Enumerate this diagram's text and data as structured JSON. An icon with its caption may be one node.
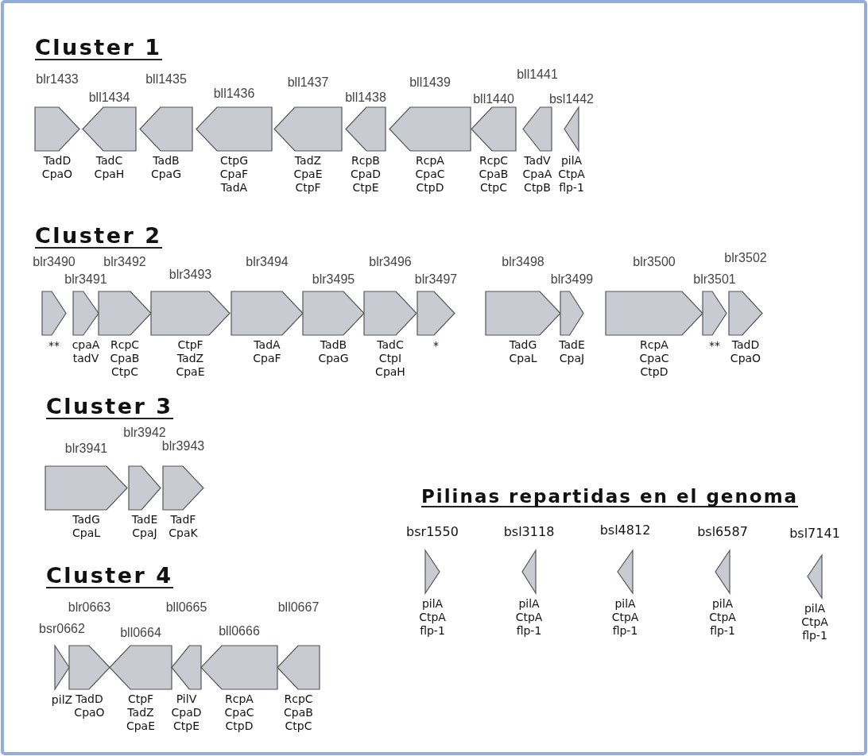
{
  "diagram": {
    "nodes": [
      {
        "text": [
          "blr1433",
          "TadD CpaO"
        ]
      },
      {
        "text": [
          "bll1434",
          "TadC CpaH"
        ]
      },
      {
        "text": [
          "bll1435",
          "TadB CpaG"
        ]
      },
      {
        "text": [
          "bll1436",
          "CtpG CpaF TadA"
        ]
      },
      {
        "text": [
          "bll1437",
          "TadZ CpaE CtpF"
        ]
      },
      {
        "text": [
          "bll1438",
          "RcpB CpaD CtpE"
        ]
      },
      {
        "text": [
          "bll1439",
          "RcpA CpaC CtpD"
        ]
      },
      {
        "text": [
          "bll1440",
          "RcpC CpaB CtpC"
        ]
      },
      {
        "text": [
          "bll1441",
          "TadV CpaA CtpB"
        ]
      },
      {
        "text": [
          "bsl1442",
          "pilA CtpA flp-1"
        ]
      },
      {
        "text": [
          "blr3490",
          "**"
        ]
      },
      {
        "text": [
          "blr3491",
          "cpaA tadV"
        ]
      },
      {
        "text": [
          "blr3492",
          "RcpC CpaB CtpC"
        ]
      },
      {
        "text": [
          "blr3493",
          "CtpF TadZ CpaE"
        ]
      },
      {
        "text": [
          "blr3494",
          "TadA CpaF"
        ]
      },
      {
        "text": [
          "blr3495",
          "TadB CpaG"
        ]
      },
      {
        "text": [
          "blr3496",
          "TadC CtpI CpaH"
        ]
      },
      {
        "text": [
          "blr3497",
          "*"
        ]
      },
      {
        "text": [
          "blr3498",
          "TadG CpaL"
        ]
      },
      {
        "text": [
          "blr3499",
          "TadE CpaJ"
        ]
      },
      {
        "text": [
          "blr3500",
          "RcpA CpaC CtpD"
        ]
      },
      {
        "text": [
          "blr3501",
          "**"
        ]
      },
      {
        "text": [
          "blr3502",
          "TadD CpaO"
        ]
      },
      {
        "text": [
          "blr3941",
          "TadG CpaL"
        ]
      },
      {
        "text": [
          "blr3942",
          "TadE CpaJ"
        ]
      },
      {
        "text": [
          "blr3943",
          "TadF CpaK"
        ]
      },
      {
        "text": [
          "bsr0662",
          "pilZ"
        ]
      },
      {
        "text": [
          "blr0663",
          "TadD CpaO"
        ]
      },
      {
        "text": [
          "bll0664",
          "CtpF TadZ CpaE"
        ]
      },
      {
        "text": [
          "bll0665",
          "PilV CpaD CtpE"
        ]
      },
      {
        "text": [
          "bll0666",
          "RcpA CpaC CtpD"
        ]
      },
      {
        "text": [
          "bll0667",
          "RcpC CpaB CtpC"
        ]
      },
      {
        "text": [
          "bsr1550",
          "pilA CtpA flp-1"
        ]
      },
      {
        "text": [
          "bsl3118",
          "pilA CtpA flp-1"
        ]
      },
      {
        "text": [
          "bsl4812",
          "pilA CtpA flp-1"
        ]
      },
      {
        "text": [
          "bsl6587",
          "pilA CtpA flp-1"
        ]
      },
      {
        "text": [
          "bsl7141",
          "pilA CtpA flp-1"
        ]
      }
    ],
    "labels": [
      "Cluster 1",
      "Cluster 2",
      "Cluster 3",
      "Pilinas repartidas en el genoma",
      "Cluster 4"
    ]
  }
}
